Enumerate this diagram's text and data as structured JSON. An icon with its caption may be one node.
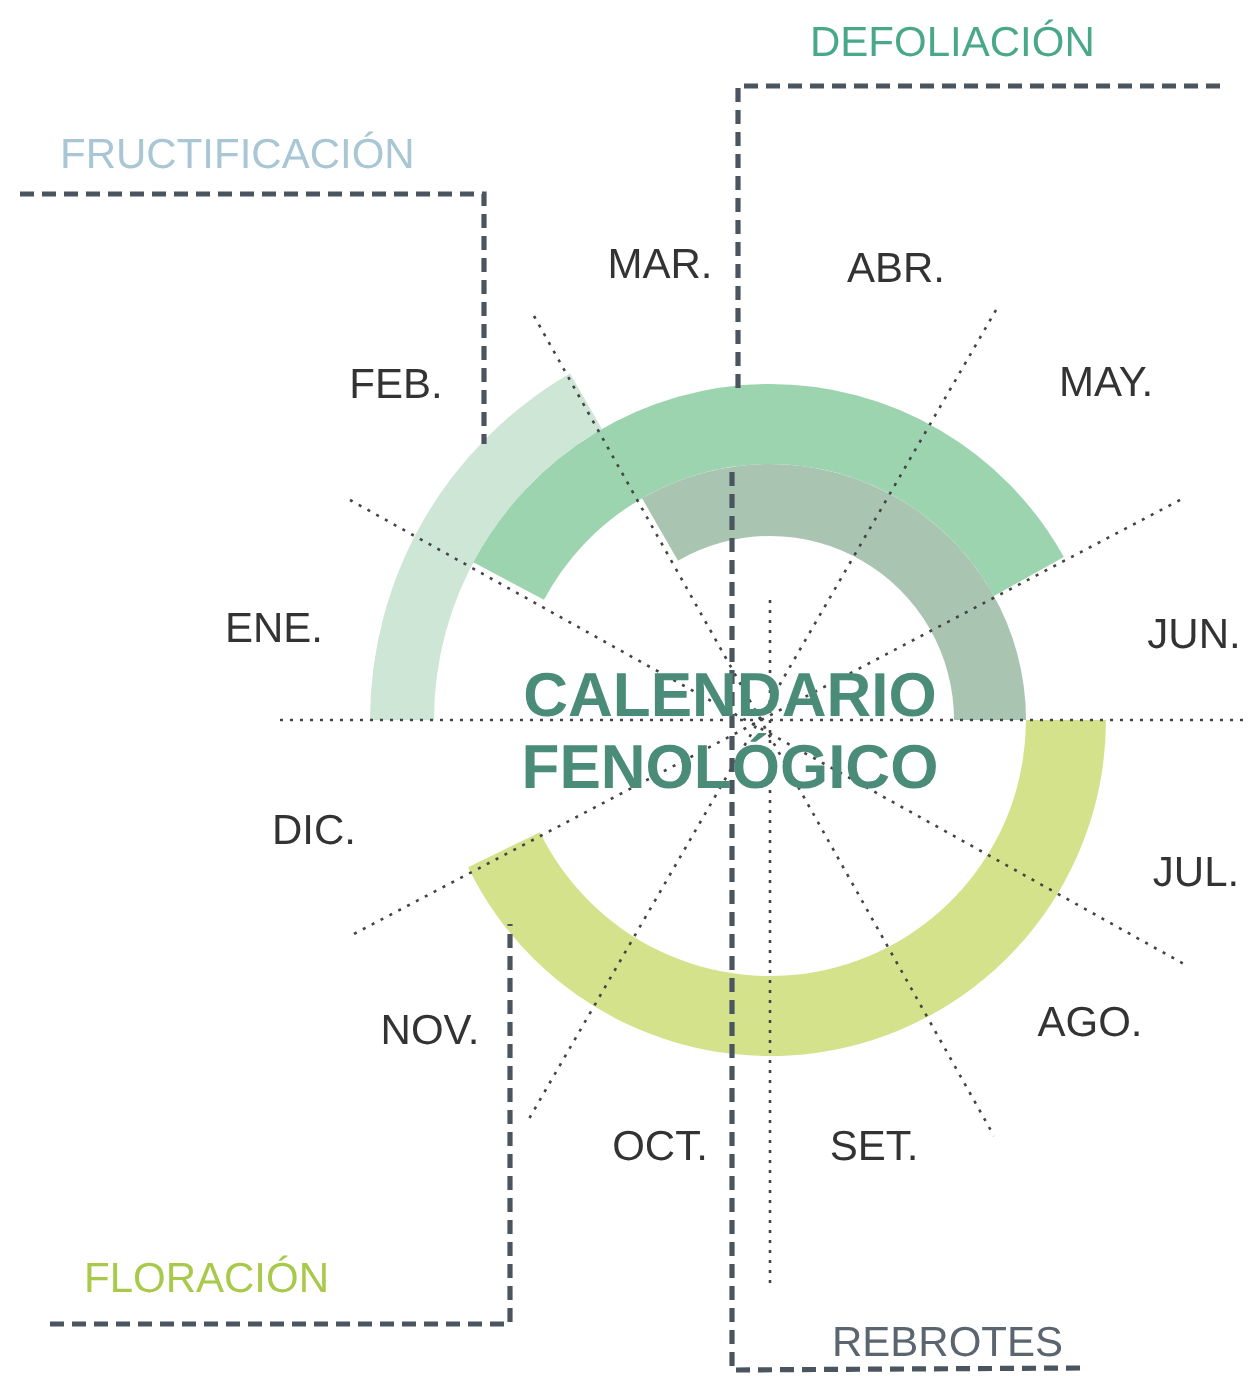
{
  "diagram": {
    "title": "CALENDARIO FENOLÓGICO",
    "nodes": [
      {
        "text": [
          "DEFOLIACIÓN"
        ]
      },
      {
        "text": [
          "FRUCTIFICACIÓN"
        ]
      },
      {
        "text": [],
        "shape": "arc"
      },
      {
        "text": [],
        "shape": "arc"
      },
      {
        "text": [],
        "shape": "arc"
      },
      {
        "text": [],
        "shape": "arc"
      },
      {
        "text": [
          "FLORACIÓN"
        ]
      },
      {
        "text": [
          "REBROTES"
        ]
      }
    ],
    "edges": [
      {
        "from": 1,
        "to": 2,
        "arrow": "none",
        "style": "dashed"
      },
      {
        "from": 0,
        "to": 3,
        "arrow": "none",
        "style": "dashed"
      },
      {
        "from": 7,
        "to": 4,
        "arrow": "none",
        "style": "dashed"
      },
      {
        "from": 6,
        "to": 5,
        "arrow": "none",
        "style": "dashed"
      }
    ],
    "labels": [
      "MAR.",
      "ABR.",
      "FEB.",
      "MAY.",
      "ENE.",
      "JUN.",
      "DIC.",
      "JUL.",
      "NOV.",
      "AGO.",
      "OCT.",
      "SET."
    ]
  }
}
